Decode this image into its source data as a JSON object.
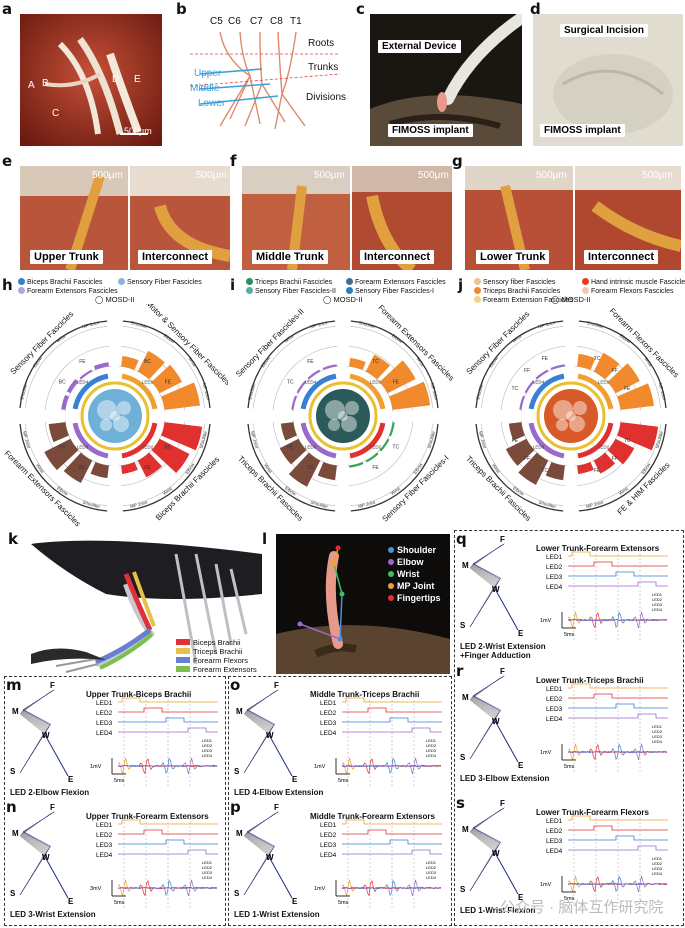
{
  "panels": {
    "a": {
      "letter": "a",
      "labels": [
        "A",
        "B",
        "C",
        "D",
        "E"
      ],
      "scale": "500μm"
    },
    "b": {
      "letter": "b",
      "roots": [
        "C5",
        "C6",
        "C7",
        "C8",
        "T1"
      ],
      "levels": [
        "Roots",
        "Trunks",
        "Divisions"
      ],
      "trunks": [
        "Upper",
        "Middle",
        "Lower"
      ]
    },
    "c": {
      "letter": "c",
      "device": "External Device",
      "implant": "FIMOSS implant"
    },
    "d": {
      "letter": "d",
      "incision": "Surgical Incision",
      "implant": "FIMOSS implant"
    },
    "e": {
      "letter": "e",
      "left": "Upper Trunk",
      "right": "Interconnect",
      "scale": "500μm"
    },
    "f": {
      "letter": "f",
      "left": "Middle Trunk",
      "right": "Interconnect",
      "scale": "500μm"
    },
    "g": {
      "letter": "g",
      "left": "Lower Trunk",
      "right": "Interconnect",
      "scale": "500μm"
    }
  },
  "radials": [
    {
      "letter": "h",
      "legend": [
        {
          "t": "Biceps Brachii Fascicles",
          "c": "#3b7fc4"
        },
        {
          "t": "Sensory Fiber Fascicles",
          "c": "#8ab4dc"
        },
        {
          "t": "Forearm Extensors Fascicles",
          "c": "#b9a3e0"
        }
      ],
      "mosd": "MOSD-II",
      "sectors": [
        "Motor & Sensory Fiber Fascicles",
        "Biceps Brachii Fascicles",
        "Forearm Extensors Fascicles",
        "Sensory Fiber Fascicles"
      ],
      "leds": [
        "LED1",
        "LED2",
        "LED3",
        "LED4"
      ],
      "joints": [
        "Shoulder",
        "Elbow",
        "Wrist",
        "MP Joint"
      ],
      "moves": [
        "BC",
        "FE"
      ],
      "colors": [
        "#f08a2c",
        "#e0302f",
        "#7a4a3a",
        "#9a6acb"
      ],
      "core": "#6fb0d8",
      "values": [
        [
          0.25,
          0.55,
          0.6,
          0.85
        ],
        [
          0.9,
          0.8,
          0.45,
          0.2
        ],
        [
          0.3,
          0.6,
          0.7,
          0.4
        ],
        [
          0.1,
          0.1,
          0.05,
          0.1
        ]
      ]
    },
    {
      "letter": "i",
      "legend": [
        {
          "t": "Triceps Brachii Fascicles",
          "c": "#2f8f5a"
        },
        {
          "t": "Forearm Extensors Fascicles",
          "c": "#3e6f8a"
        },
        {
          "t": "Sensory Fiber Fascicles-II",
          "c": "#5aaea0"
        },
        {
          "t": "Sensory Fiber Fascicles-I",
          "c": "#2a7fb5"
        }
      ],
      "mosd": "MOSD-II",
      "sectors": [
        "Forearm Extensors Fascicles",
        "Sensory Fiber Fascicles-I",
        "Triceps Brachii Fascicles",
        "Sensory Fiber Fascicles-II"
      ],
      "leds": [
        "LED1",
        "LED2",
        "LED3",
        "LED4"
      ],
      "joints": [
        "Shoulder",
        "Elbow",
        "Wrist",
        "MP Joint"
      ],
      "moves": [
        "TC",
        "FE"
      ],
      "colors": [
        "#f08a2c",
        "#2fa84f",
        "#7a4a3a",
        "#9a6acb"
      ],
      "core": "#2a5a5a",
      "values": [
        [
          0.2,
          0.45,
          0.75,
          0.9
        ],
        [
          0.05,
          0.05,
          0.05,
          0.05
        ],
        [
          0.35,
          0.7,
          0.5,
          0.3
        ],
        [
          0.05,
          0.05,
          0.05,
          0.05
        ]
      ]
    },
    {
      "letter": "j",
      "legend": [
        {
          "t": "Sensory fiber Fascicles",
          "c": "#f2c28a"
        },
        {
          "t": "Triceps Brachii Fascicles",
          "c": "#f08a2c"
        },
        {
          "t": "Forearm Extension Fascicles",
          "c": "#f2d38a"
        },
        {
          "t": "Hand intrinsic muscle Fascicles",
          "c": "#e04020"
        },
        {
          "t": "Forearm Flexors Fascicles",
          "c": "#f7c5b5"
        }
      ],
      "mosd": "MOSD-II",
      "sectors": [
        "Forearm Flexors Fascicles",
        "FE & HIM Fascicles",
        "Triceps Brachii Fascicles",
        "Sensory Fiber Fascicles"
      ],
      "leds": [
        "LED1",
        "LED2",
        "LED3",
        "LED4"
      ],
      "joints": [
        "Shoulder",
        "Elbow",
        "Wrist",
        "MP Joint"
      ],
      "moves": [
        "TC",
        "FF",
        "FE"
      ],
      "colors": [
        "#f08a2c",
        "#e0302f",
        "#7a4a3a",
        "#9a6acb"
      ],
      "core": "#d85a28",
      "values": [
        [
          0.3,
          0.5,
          0.65,
          0.8
        ],
        [
          0.9,
          0.5,
          0.35,
          0.2
        ],
        [
          0.35,
          0.65,
          0.55,
          0.3
        ],
        [
          0.05,
          0.05,
          0.05,
          0.05
        ]
      ]
    }
  ],
  "k": {
    "letter": "k",
    "legend": [
      {
        "t": "Biceps Brachii",
        "c": "#e0303a"
      },
      {
        "t": "Triceps Brachii",
        "c": "#e8c04a"
      },
      {
        "t": "Forearm Flexors",
        "c": "#6a7fd0"
      },
      {
        "t": "Forearm Extensors",
        "c": "#7ac04a"
      }
    ]
  },
  "l": {
    "letter": "l",
    "legend": [
      {
        "t": "Shoulder",
        "c": "#4a90e0"
      },
      {
        "t": "Elbow",
        "c": "#9a6acb"
      },
      {
        "t": "Wrist",
        "c": "#3ac060"
      },
      {
        "t": "MP Joint",
        "c": "#f0a030"
      },
      {
        "t": "Fingertips",
        "c": "#e03030"
      }
    ]
  },
  "traces": [
    {
      "letter": "q",
      "title": "Lower Trunk-Forearm Extensors",
      "caption": "LED 2-Wrist Extension\n+Finger Adduction",
      "scale": "1mV",
      "time": "5ms"
    },
    {
      "letter": "r",
      "title": "Lower Trunk-Triceps Brachii",
      "caption": "LED 3-Elbow Extension",
      "scale": "1mV",
      "time": "5ms"
    },
    {
      "letter": "m",
      "title": "Upper Trunk-Biceps Brachii",
      "caption": "LED 2-Elbow Flexion",
      "scale": "1mV",
      "time": "5ms"
    },
    {
      "letter": "o",
      "title": "Middle Trunk-Triceps Brachii",
      "caption": "LED 4-Elbow Extension",
      "scale": "1mV",
      "time": "5ms"
    },
    {
      "letter": "s",
      "title": "Lower Trunk-Forearm Flexors",
      "caption": "LED 1-Wrist Flexion",
      "scale": "1mV",
      "time": "5ms"
    },
    {
      "letter": "n",
      "title": "Upper Trunk-Forearm Extensors",
      "caption": "LED 3-Wrist Extension",
      "scale": "3mV",
      "time": "5ms"
    },
    {
      "letter": "p",
      "title": "Middle Trunk-Forearm Extensors",
      "caption": "LED 1-Wrist Extension",
      "scale": "1mV",
      "time": "5ms"
    }
  ],
  "trace_common": {
    "leds": [
      "LED1",
      "LED2",
      "LED3",
      "LED4"
    ],
    "led_colors": [
      "#f0a030",
      "#e03030",
      "#3a7fd0",
      "#9a6acb"
    ],
    "stick_labels": [
      "F",
      "M",
      "W",
      "S",
      "E"
    ]
  },
  "watermark": "公众号 · 脑体互作研究院"
}
